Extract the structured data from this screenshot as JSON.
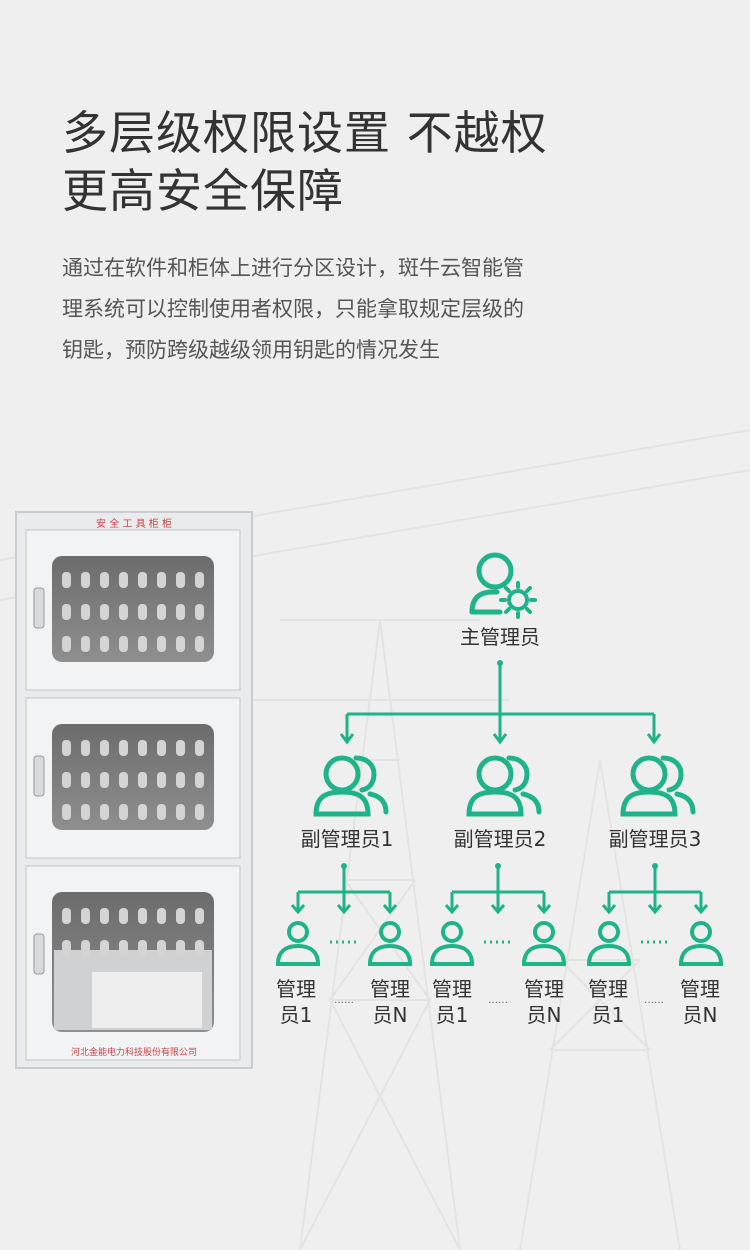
{
  "header": {
    "title_line1": "多层级权限设置 不越权",
    "title_line2": "更高安全保障"
  },
  "description": {
    "line1": "通过在软件和柜体上进行分区设计，斑牛云智能管",
    "line2": "理系统可以控制使用者权限，只能拿取规定层级的",
    "line3": "钥匙，预防跨级越级领用钥匙的情况发生"
  },
  "cabinet": {
    "top_label": "安 全 工 具 柜 柜",
    "bottom_label": "河北金能电力科技股份有限公司"
  },
  "org_chart": {
    "root": "主管理员",
    "deputies": [
      "副管理员1",
      "副管理员2",
      "副管理员3"
    ],
    "admins": [
      {
        "first_line1": "管理",
        "first_line2": "员1",
        "dots": "……",
        "last_line1": "管理",
        "last_line2": "员N"
      },
      {
        "first_line1": "管理",
        "first_line2": "员1",
        "dots": "……",
        "last_line1": "管理",
        "last_line2": "员N"
      },
      {
        "first_line1": "管理",
        "first_line2": "员1",
        "dots": "……",
        "last_line1": "管理",
        "last_line2": "员N"
      }
    ]
  },
  "colors": {
    "accent": "#1fb38a",
    "title": "#333333",
    "text": "#555555"
  }
}
